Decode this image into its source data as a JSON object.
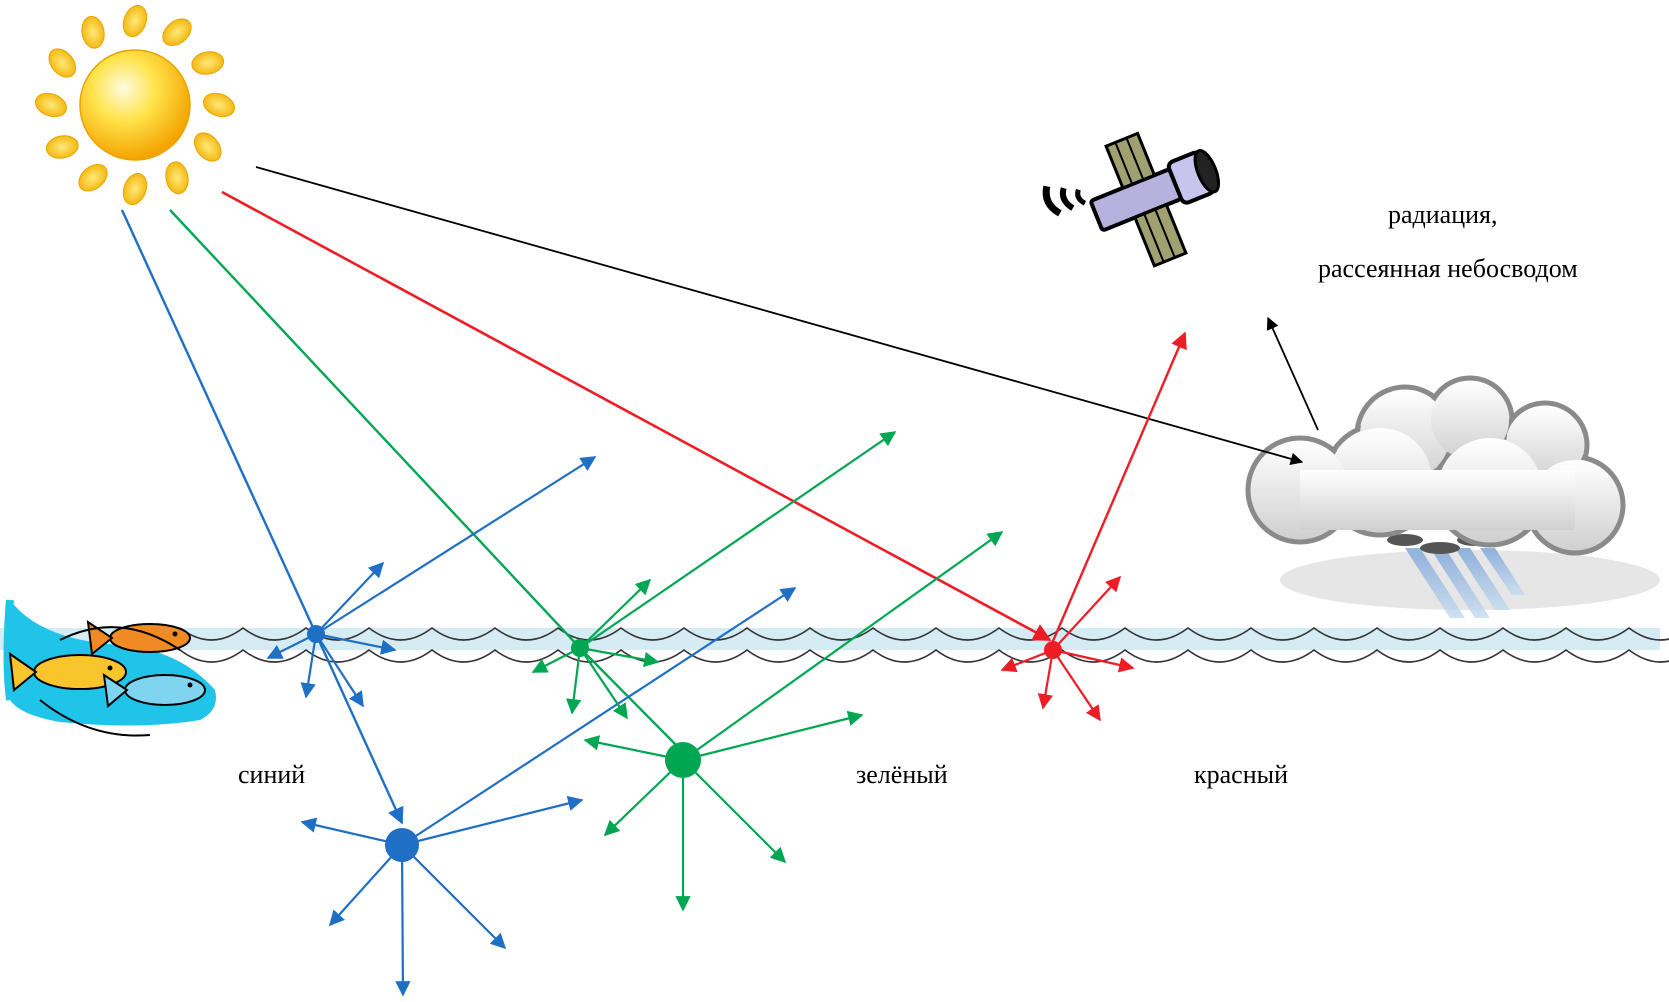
{
  "labels": {
    "blue": "синий",
    "green": "зелёный",
    "red": "красный",
    "radiation_line1": "радиация,",
    "radiation_line2": "рассеянная небосводом"
  },
  "colors": {
    "blue": "#1f6fc5",
    "green": "#00a651",
    "red": "#ee1c25",
    "black": "#000000",
    "water": "#d6ecf5",
    "sun": "#ffd21a"
  },
  "icons": [
    "sun-icon",
    "satellite-icon",
    "cloud-rain-icon",
    "fish-icon"
  ]
}
